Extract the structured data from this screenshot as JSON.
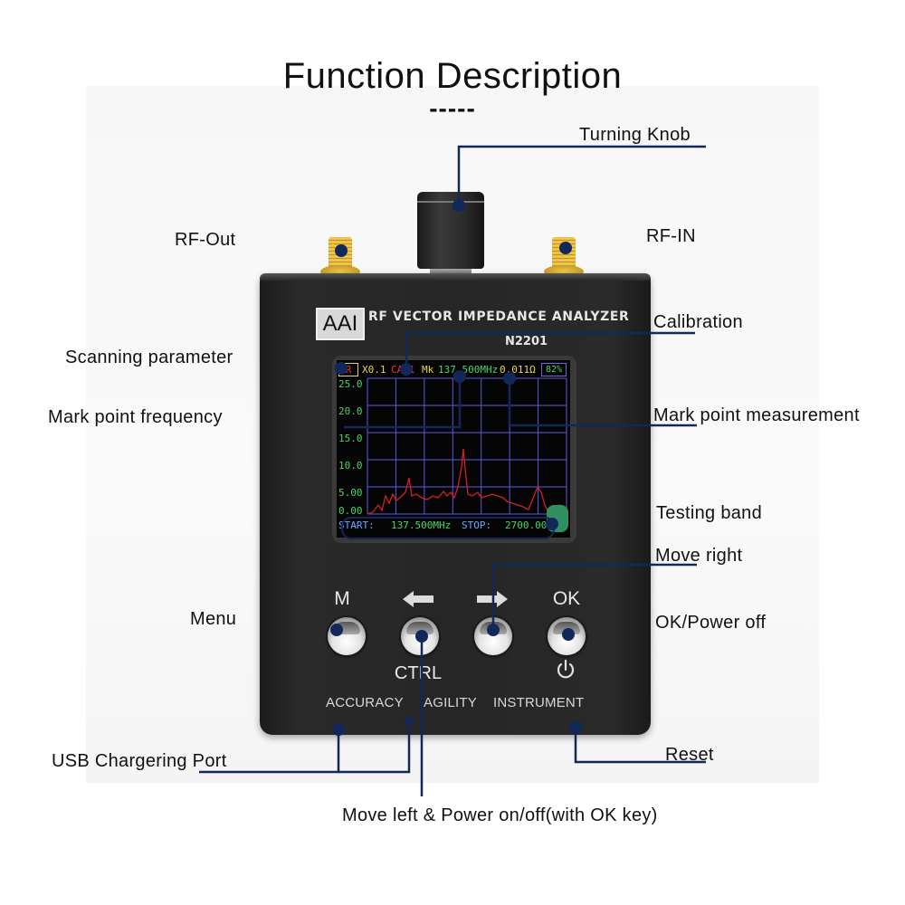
{
  "title": "Function Description",
  "title_divider": "-----",
  "device": {
    "logo": "AAI",
    "brand": "RF VECTOR IMPEDANCE ANALYZER",
    "model": "N2201",
    "screen": {
      "scan_param": "R",
      "scale": "X0.1",
      "calibration": "CAL1",
      "marker_label": "Mk",
      "marker_freq": "137.500MHz",
      "marker_value": "0.011Ω",
      "battery": "82%",
      "y_ticks": [
        "25.0",
        "20.0",
        "15.0",
        "10.0",
        "5.00",
        "0.00"
      ],
      "start_label": "START:",
      "start_value": "137.500MHz",
      "stop_label": "STOP:",
      "stop_value": "2700.00"
    },
    "buttons": [
      {
        "label": "M",
        "name": "menu"
      },
      {
        "label": "←",
        "name": "left"
      },
      {
        "label": "→",
        "name": "right"
      },
      {
        "label": "OK",
        "name": "ok"
      }
    ],
    "ctrl_label": "CTRL",
    "power_icon": "power-icon",
    "slogan": [
      "ACCURACY",
      "AGILITY",
      "INSTRUMENT"
    ]
  },
  "callouts": {
    "turning_knob": "Turning Knob",
    "rf_out": "RF-Out",
    "rf_in": "RF-IN",
    "calibration": "Calibration",
    "scanning_parameter": "Scanning parameter",
    "mark_point_frequency": "Mark point frequency",
    "mark_point_measurement": "Mark point measurement",
    "testing_band": "Testing band",
    "move_right": "Move right",
    "menu": "Menu",
    "ok_power_off": "OK/Power off",
    "usb_port": "USB Chargering Port",
    "reset": "Reset",
    "move_left": "Move left & Power on/off(with OK key)"
  },
  "colors": {
    "leader_line": "#12275a",
    "trace": "#d42020",
    "grid": "#5a5ae0",
    "screen_text_green": "#4fd36a",
    "screen_text_red": "#ff3030",
    "screen_text_yellow": "#e6d84a",
    "screen_text_blue": "#6aa8ff"
  }
}
